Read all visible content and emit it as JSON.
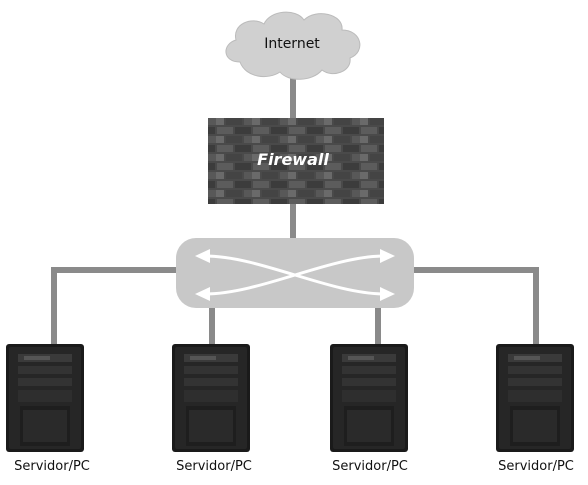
{
  "cloud": {
    "label": "Internet"
  },
  "firewall": {
    "label": "Firewall"
  },
  "servers": [
    {
      "label": "Servidor/PC"
    },
    {
      "label": "Servidor/PC"
    },
    {
      "label": "Servidor/PC"
    },
    {
      "label": "Servidor/PC"
    }
  ],
  "colors": {
    "line": "#8a8a8a",
    "cloud": "#d0d0d0",
    "brick_dark": "#3a3a3a",
    "brick_mid": "#6e6e6e",
    "switch_fill": "#c8c8c8",
    "arrows": "#ffffff",
    "server_body": "#1a1a1a"
  },
  "icons": {
    "cloud": "internet-cloud-icon",
    "firewall": "brick-wall-icon",
    "switch": "switch-icon",
    "server": "tower-server-icon"
  }
}
